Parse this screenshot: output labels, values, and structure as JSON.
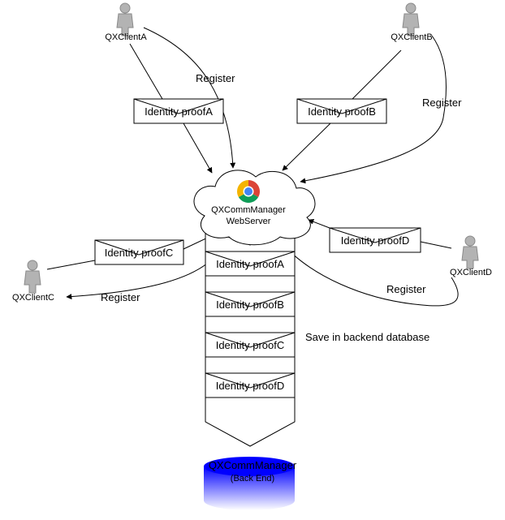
{
  "server": {
    "line1": "QXCommManager",
    "line2": "WebServer",
    "icon": "chrome-icon"
  },
  "clients": {
    "a": "QXClientA",
    "b": "QXClientB",
    "c": "QXClientC",
    "d": "QXClientD"
  },
  "register_label": "Register",
  "proofs": {
    "a": "Identity proofA",
    "b": "Identity proofB",
    "c": "Identity proofC",
    "d": "Identity proofD"
  },
  "queue_proofs": [
    "Identity proofA",
    "Identity proofB",
    "Identity proofC",
    "Identity proofD"
  ],
  "save_label": "Save in backend database",
  "database": {
    "line1": "QXCommManager",
    "line2": "(Back End)"
  },
  "colors": {
    "person": "#b3b3b3",
    "db_top": "#0000ff",
    "db_bottom": "#ffffff",
    "stroke": "#000000"
  }
}
